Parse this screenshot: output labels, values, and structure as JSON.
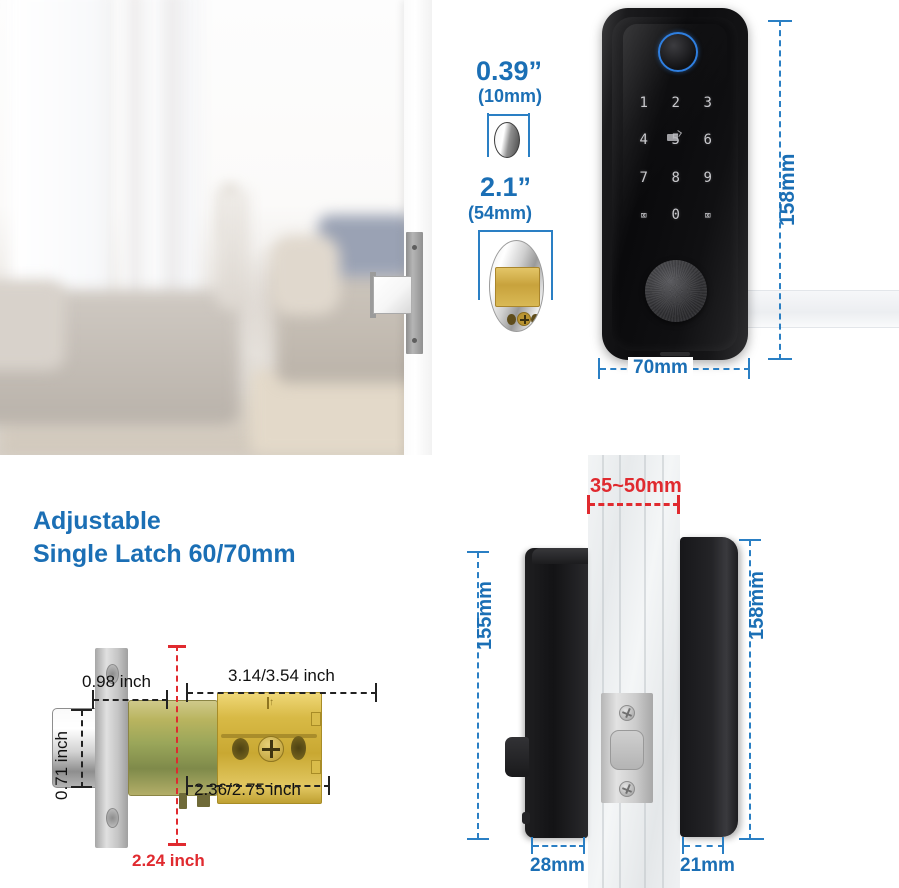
{
  "product": {
    "type": "smart-door-lock",
    "accent_blue": "#1b6fb5",
    "dimension_blue": "#2a7fc4",
    "accent_red": "#e02a2f"
  },
  "top_section": {
    "photo": {
      "alt": "blurred living room interior with open door edge and latch bolt"
    },
    "bolt_callout": {
      "inches": "0.39”",
      "mm": "(10mm)"
    },
    "cylinder_callout": {
      "inches": "2.1”",
      "mm": "(54mm)"
    },
    "lock_front": {
      "height_label": "158mm",
      "width_label": "70mm",
      "keypad": [
        "1",
        "2",
        "3",
        "4",
        "5",
        "6",
        "7",
        "8",
        "9",
        "⌧",
        "0",
        "⌧"
      ],
      "keypad_icons": {
        "lock_left": "lock-icon",
        "lock_right": "lock-icon",
        "card": "card-icon",
        "fingerprint": "fingerprint-sensor"
      }
    }
  },
  "bottom_section": {
    "headline_line1": "Adjustable",
    "headline_line2": "Single Latch 60/70mm",
    "latch_dimensions": {
      "bolt_width": "0.98 inch",
      "bolt_height": "0.71 inch",
      "faceplate_height": "2.24 inch",
      "total_length": "3.14/3.54 inch",
      "backset": "2.36/2.75 inch"
    },
    "door_view": {
      "door_thickness": "35~50mm",
      "interior_height": "155mm",
      "exterior_height": "158mm",
      "interior_depth": "28mm",
      "exterior_depth": "21mm"
    }
  }
}
